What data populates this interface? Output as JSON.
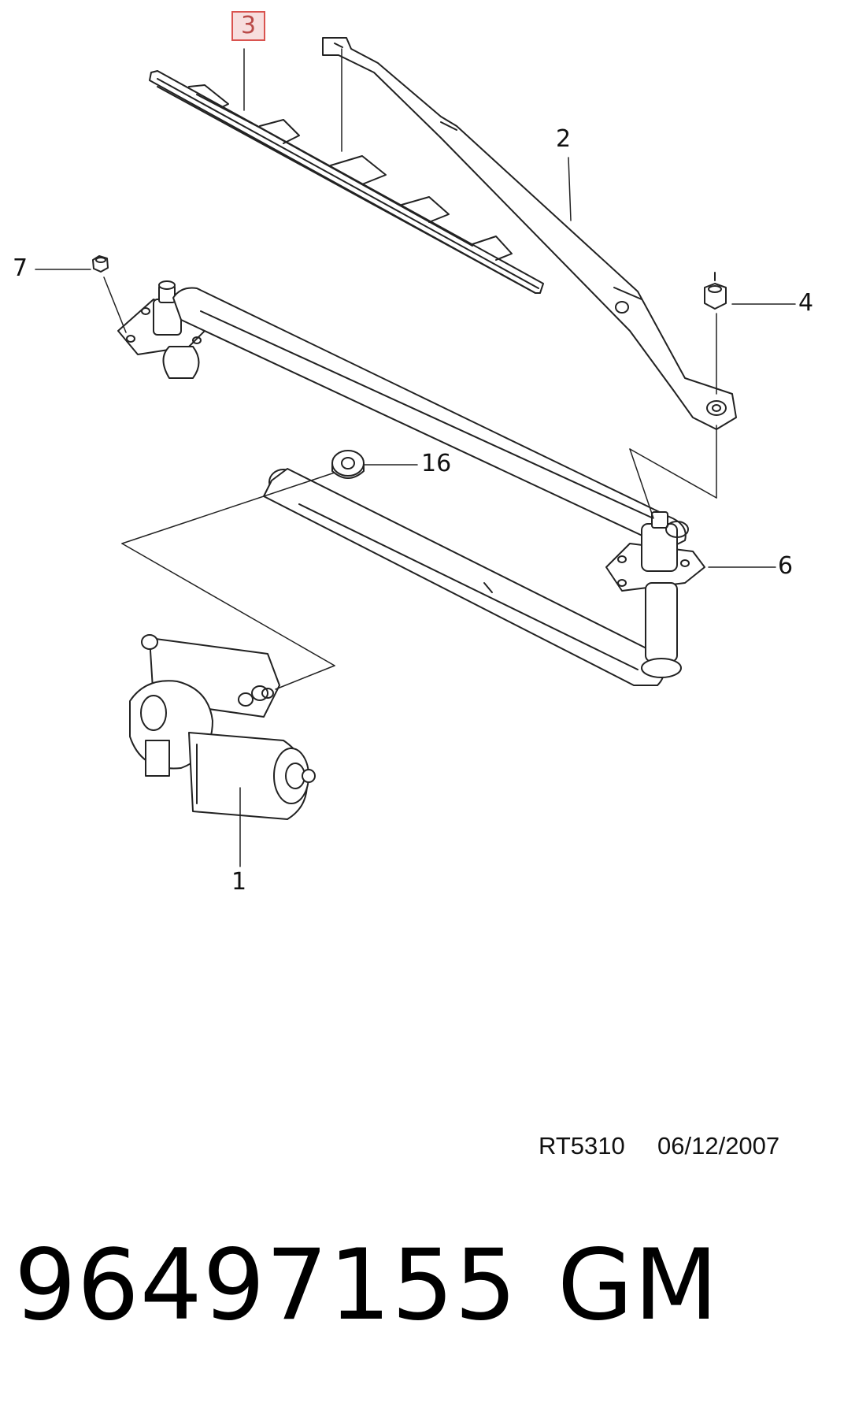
{
  "callouts": {
    "c1": "1",
    "c2": "2",
    "c3": "3",
    "c4": "4",
    "c6": "6",
    "c7": "7",
    "c16": "16"
  },
  "reference": {
    "code": "RT5310",
    "date": "06/12/2007"
  },
  "part": {
    "number": "96497155",
    "brand": "GM"
  },
  "colors": {
    "line": "#222222",
    "highlight_border": "#d9534f",
    "highlight_fill": "#f7dede"
  }
}
